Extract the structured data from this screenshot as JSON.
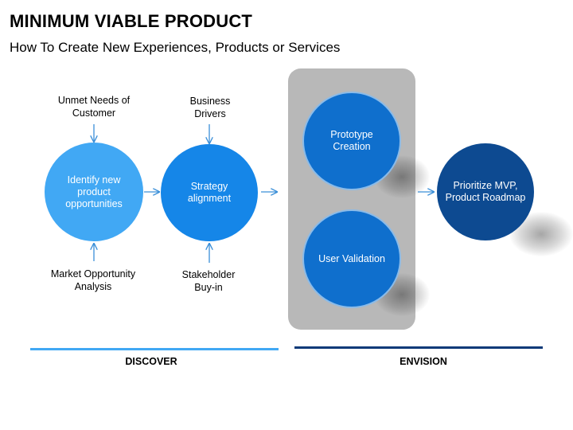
{
  "header": {
    "title": "MINIMUM VIABLE PRODUCT",
    "subtitle": "How To Create New Experiences, Products or Services"
  },
  "inputs": {
    "unmet_needs": "Unmet Needs of Customer",
    "business_drivers": "Business Drivers",
    "market_opportunity": "Market Opportunity Analysis",
    "stakeholder_buyin": "Stakeholder Buy-in"
  },
  "nodes": {
    "identify": "Identify new product opportunities",
    "strategy": "Strategy alignment",
    "prototype": "Prototype Creation",
    "validation": "User Validation",
    "prioritize": "Prioritize MVP, Product Roadmap"
  },
  "phases": {
    "discover": "DISCOVER",
    "envision": "ENVISION"
  },
  "colors": {
    "light_blue": "#41a8f4",
    "mid_blue": "#1586e8",
    "blue": "#0f6fcd",
    "dark_blue": "#0d4a91",
    "arrow": "#3a8fd8",
    "panel": "#b8b8b8"
  }
}
